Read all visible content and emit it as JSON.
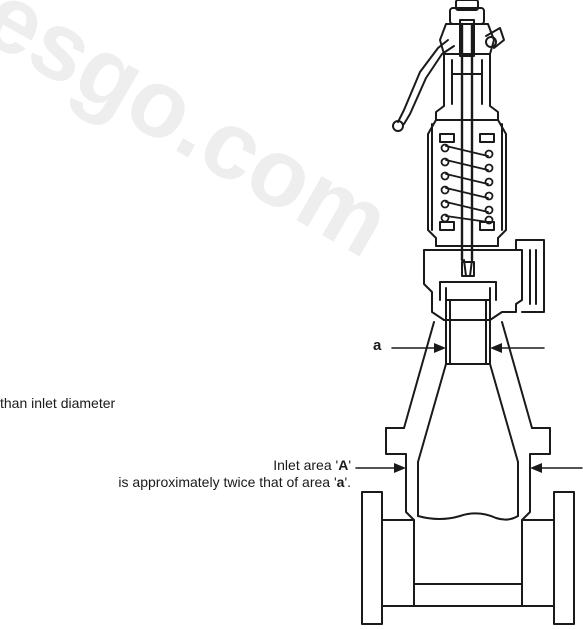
{
  "watermark": "esgo.com",
  "labels": {
    "a": "a",
    "note_left": "than inlet diameter",
    "inlet_pre": "Inlet area '",
    "inlet_A": "A",
    "inlet_post": "'",
    "approx_pre": "is approximately twice that of area '",
    "approx_a": "a",
    "approx_post": "'."
  }
}
